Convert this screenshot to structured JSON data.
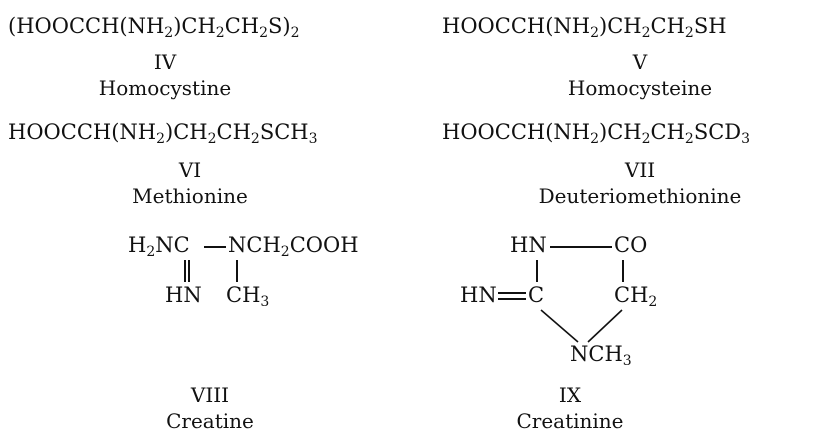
{
  "compounds": [
    {
      "formula_parts": [
        {
          "t": "(HOOCCH(NH"
        },
        {
          "s": "2"
        },
        {
          "t": ")CH"
        },
        {
          "s": "2"
        },
        {
          "t": "CH"
        },
        {
          "s": "2"
        },
        {
          "t": "S)"
        },
        {
          "s": "2"
        }
      ],
      "numeral": "IV",
      "name": "Homocystine"
    },
    {
      "formula_parts": [
        {
          "t": "HOOCCH(NH"
        },
        {
          "s": "2"
        },
        {
          "t": ")CH"
        },
        {
          "s": "2"
        },
        {
          "t": "CH"
        },
        {
          "s": "2"
        },
        {
          "t": "SH"
        }
      ],
      "numeral": "V",
      "name": "Homocysteine"
    },
    {
      "formula_parts": [
        {
          "t": "HOOCCH(NH"
        },
        {
          "s": "2"
        },
        {
          "t": ")CH"
        },
        {
          "s": "2"
        },
        {
          "t": "CH"
        },
        {
          "s": "2"
        },
        {
          "t": "SCH"
        },
        {
          "s": "3"
        }
      ],
      "numeral": "VI",
      "name": "Methionine"
    },
    {
      "formula_parts": [
        {
          "t": "HOOCCH(NH"
        },
        {
          "s": "2"
        },
        {
          "t": ")CH"
        },
        {
          "s": "2"
        },
        {
          "t": "CH"
        },
        {
          "s": "2"
        },
        {
          "t": "SCD"
        },
        {
          "s": "3"
        }
      ],
      "numeral": "VII",
      "name": "Deuteriomethionine"
    },
    {
      "numeral": "VIII",
      "name": "Creatine"
    },
    {
      "numeral": "IX",
      "name": "Creatinine"
    }
  ],
  "creatine": {
    "top_left": [
      {
        "t": "H"
      },
      {
        "s": "2"
      },
      {
        "t": "NC"
      }
    ],
    "top_right": [
      {
        "t": "NCH"
      },
      {
        "s": "2"
      },
      {
        "t": "COOH"
      }
    ],
    "bottom_left": [
      {
        "t": "HN"
      }
    ],
    "bottom_right": [
      {
        "t": "CH"
      },
      {
        "s": "3"
      }
    ]
  },
  "creatinine": {
    "hn_top": [
      {
        "t": "HN"
      }
    ],
    "co": [
      {
        "t": "CO"
      }
    ],
    "hn_left": [
      {
        "t": "HN"
      }
    ],
    "c_ring": [
      {
        "t": "C"
      }
    ],
    "ch2": [
      {
        "t": "CH"
      },
      {
        "s": "2"
      }
    ],
    "nch3": [
      {
        "t": "NCH"
      },
      {
        "s": "3"
      }
    ]
  }
}
